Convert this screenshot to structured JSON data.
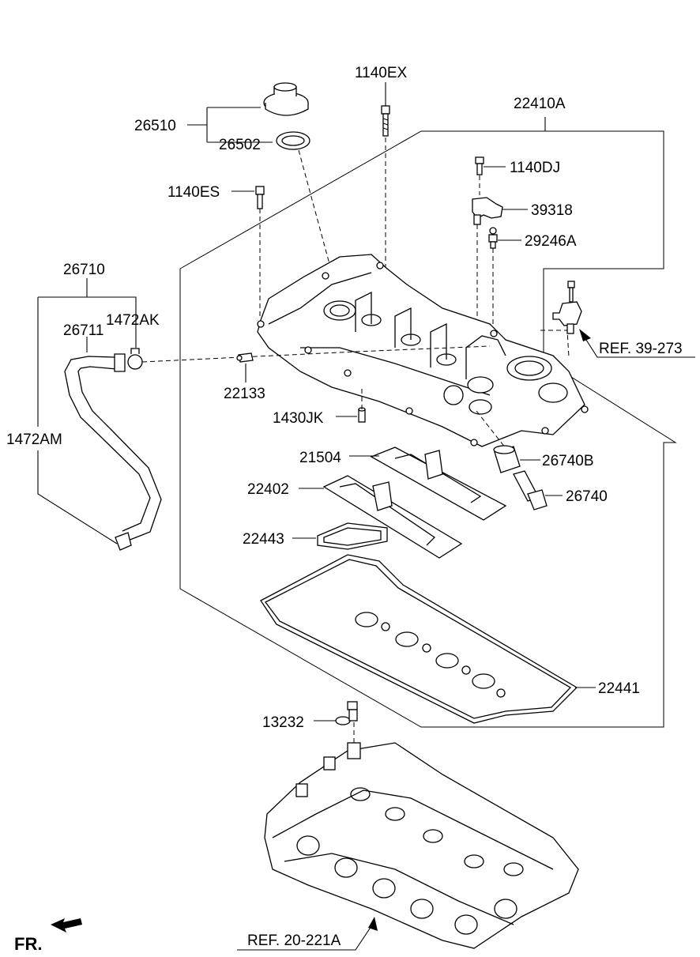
{
  "parts": {
    "p26510": "26510",
    "p26502": "26502",
    "p1140EX": "1140EX",
    "p22410A": "22410A",
    "p1140DJ": "1140DJ",
    "p1140ES": "1140ES",
    "p39318": "39318",
    "p29246A": "29246A",
    "p26710": "26710",
    "p1472AK": "1472AK",
    "p26711": "26711",
    "p1472AM": "1472AM",
    "p22133": "22133",
    "p1430JK": "1430JK",
    "p21504": "21504",
    "p26740B": "26740B",
    "p22402": "22402",
    "p26740": "26740",
    "p22443": "22443",
    "p22441": "22441",
    "p13232": "13232"
  },
  "refs": {
    "ref39273": "REF. 39-273",
    "ref20221A": "REF. 20-221A"
  },
  "orientation": {
    "front_label": "FR."
  }
}
